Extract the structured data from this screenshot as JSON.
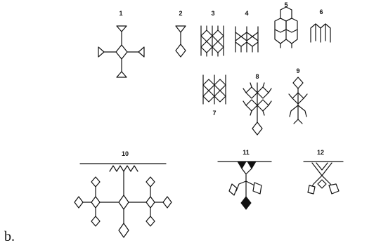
{
  "figure": {
    "panel_label": "b.",
    "motif_numbers": [
      "1",
      "2",
      "3",
      "4",
      "5",
      "6",
      "7",
      "8",
      "9",
      "10",
      "11",
      "12"
    ]
  }
}
